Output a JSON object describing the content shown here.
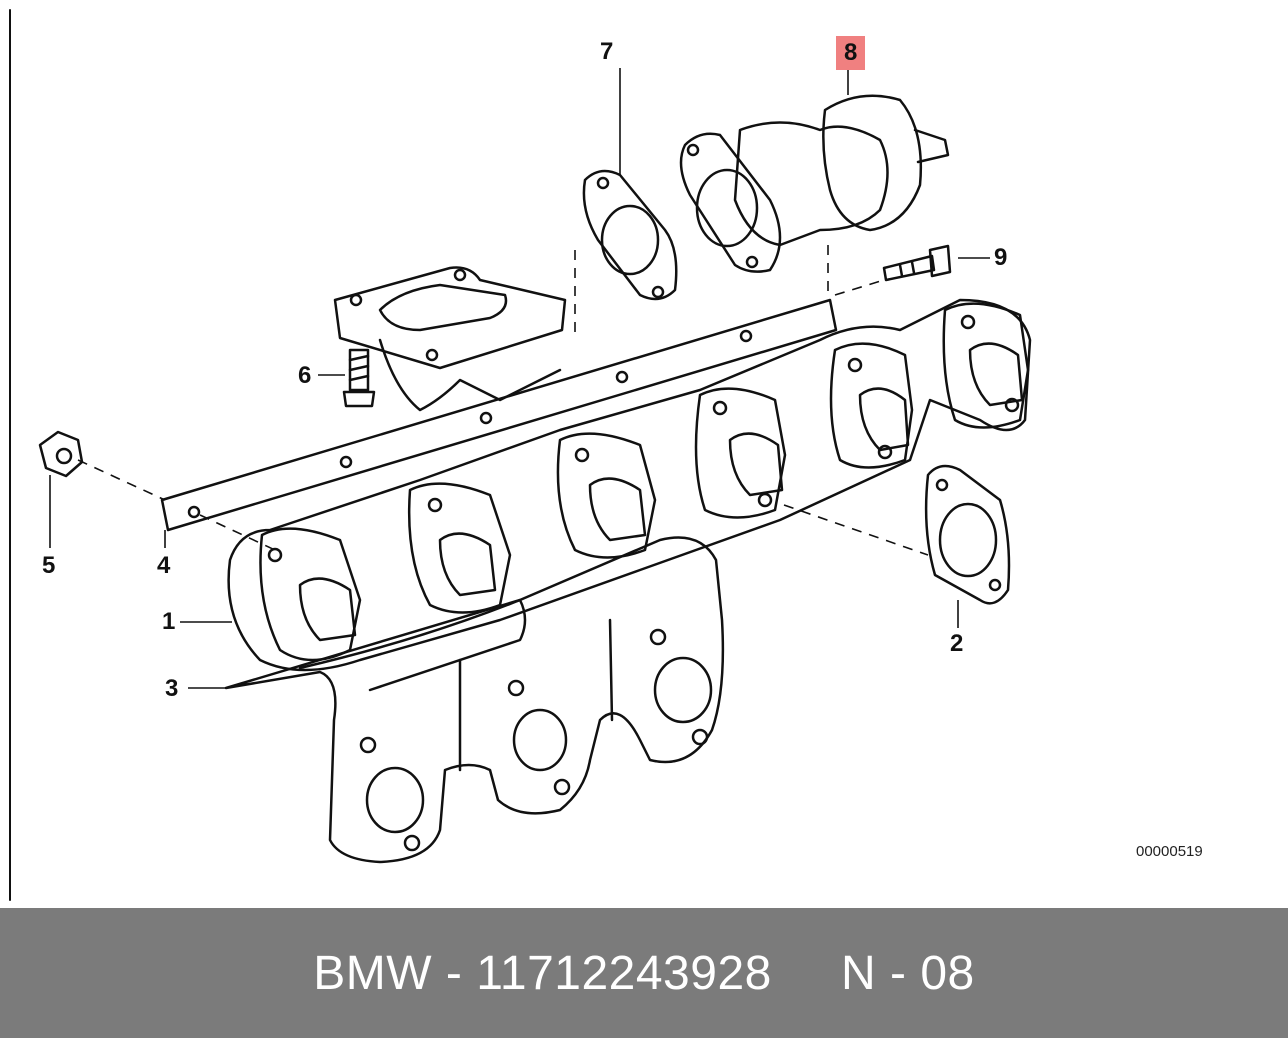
{
  "diagram": {
    "callouts": {
      "c1": "1",
      "c2": "2",
      "c3": "3",
      "c4": "4",
      "c5": "5",
      "c6": "6",
      "c7": "7",
      "c8": "8",
      "c9": "9"
    },
    "highlighted_part": "8",
    "highlight_color": "#f08080",
    "reference_code": "00000519"
  },
  "footer": {
    "text": "BMW - 11712243928     N - 08",
    "background": "#7b7b7b"
  }
}
